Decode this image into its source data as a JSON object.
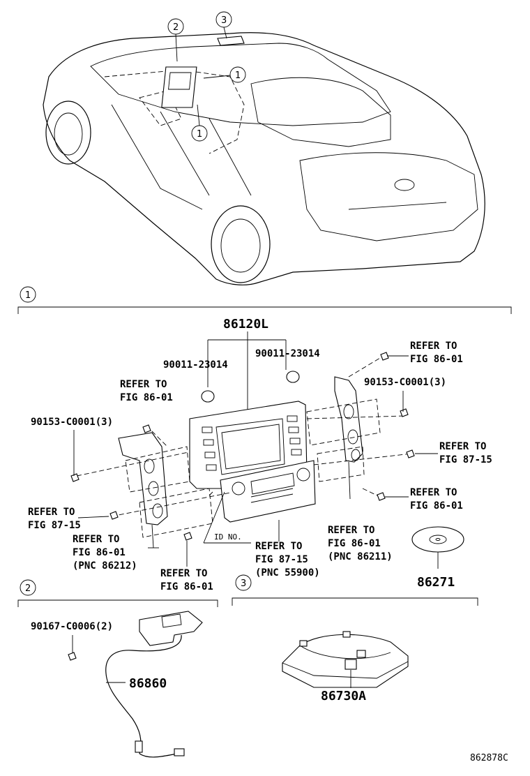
{
  "diagram_id": "862878C",
  "callouts": {
    "c1": "1",
    "c2": "2",
    "c3": "3"
  },
  "section1": {
    "main_part": "86120L",
    "screw_left": "90011-23014",
    "screw_right": "90011-23014",
    "bolt_left": "90153-C0001(3)",
    "bolt_right": "90153-C0001(3)",
    "disc_part": "86271",
    "id_no": "ID NO.",
    "refs": {
      "r_top_right_1": "REFER TO",
      "r_top_right_2": "FIG 86-01",
      "r_left_top_1": "REFER TO",
      "r_left_top_2": "FIG 86-01",
      "r_right_mid_1": "REFER TO",
      "r_right_mid_2": "FIG 87-15",
      "r_right_low_1": "REFER TO",
      "r_right_low_2": "FIG 86-01",
      "r_left_mid_1": "REFER TO",
      "r_left_mid_2": "FIG 87-15",
      "r_left_low_1": "REFER TO",
      "r_left_low_2": "FIG 86-01",
      "r_left_low_3": "(PNC 86212)",
      "r_bot_1": "REFER TO",
      "r_bot_2": "FIG 86-01",
      "r_center_1": "REFER TO",
      "r_center_2": "FIG 87-15",
      "r_center_3": "(PNC 55900)",
      "r_right_pnc_1": "REFER TO",
      "r_right_pnc_2": "FIG 86-01",
      "r_right_pnc_3": "(PNC 86211)"
    }
  },
  "section2": {
    "bolt": "90167-C0006(2)",
    "part": "86860"
  },
  "section3": {
    "part": "86730A"
  }
}
